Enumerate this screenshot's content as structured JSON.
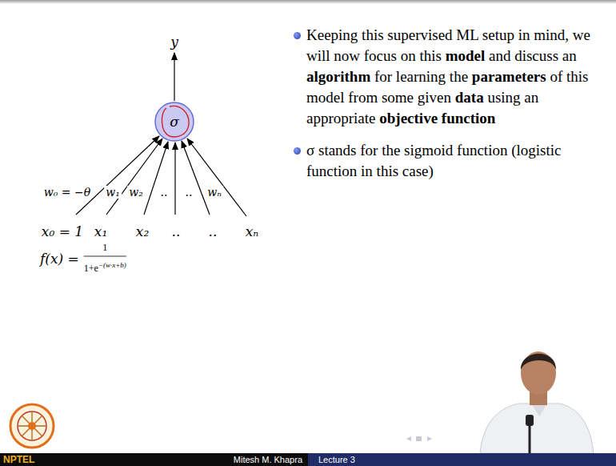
{
  "diagram": {
    "nodes": [
      {
        "text": [
          "σ"
        ]
      }
    ],
    "labels": [
      "y",
      "w₀ = −θ",
      "w₁",
      "w₂",
      "..",
      "..",
      "wₙ",
      "x₀ = 1",
      "x₁",
      "x₂",
      "..",
      "..",
      "xₙ",
      "f(x) =",
      "1",
      "1+e",
      "−(w·x+b)",
      "Keeping this supervised ML setup in mind, we will now focus on this",
      "model",
      "and discuss an",
      "algorithm",
      "for learning the",
      "parameters",
      "of this model from some given",
      "data",
      "using an appropriate",
      "objective function",
      "σ stands for the sigmoid function (logistic function in this case)",
      "NPTEL",
      "Mitesh M. Khapra",
      "Lecture 3"
    ]
  }
}
